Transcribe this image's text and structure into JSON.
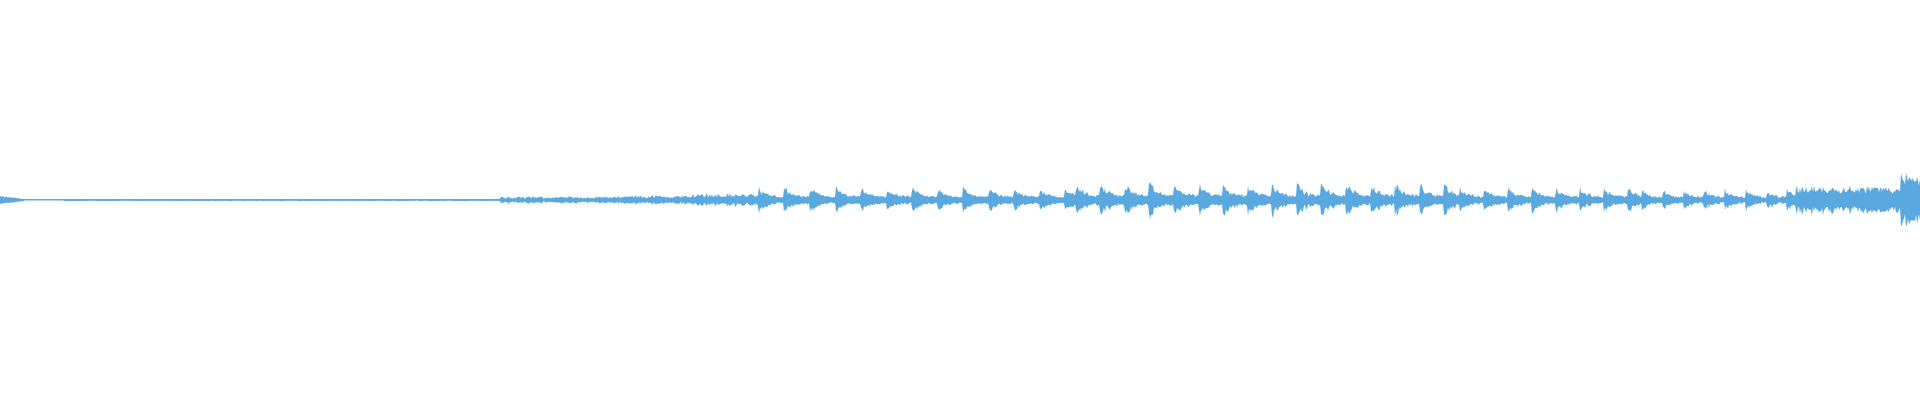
{
  "waveform": {
    "color": "#5aa8e0",
    "background": "#ffffff",
    "segments": [
      {
        "start": 0.0,
        "end": 0.012,
        "level": 0.12,
        "mode": "burst"
      },
      {
        "start": 0.012,
        "end": 0.033,
        "level": 0.01,
        "mode": "flat"
      },
      {
        "start": 0.033,
        "end": 0.26,
        "level": 0.03,
        "mode": "flat"
      },
      {
        "start": 0.26,
        "end": 0.325,
        "level": 0.1,
        "mode": "noisy"
      },
      {
        "start": 0.325,
        "end": 0.36,
        "level": 0.13,
        "mode": "noisy"
      },
      {
        "start": 0.36,
        "end": 0.395,
        "level": 0.18,
        "mode": "noisy"
      },
      {
        "start": 0.395,
        "end": 0.56,
        "level": 0.4,
        "mode": "pulses",
        "period": 0.0133
      },
      {
        "start": 0.56,
        "end": 0.76,
        "level": 0.55,
        "mode": "pulses",
        "period": 0.0128
      },
      {
        "start": 0.76,
        "end": 0.855,
        "level": 0.42,
        "mode": "pulses",
        "period": 0.0125
      },
      {
        "start": 0.855,
        "end": 0.935,
        "level": 0.36,
        "mode": "pulses",
        "period": 0.0108
      },
      {
        "start": 0.935,
        "end": 0.99,
        "level": 0.4,
        "mode": "dense"
      },
      {
        "start": 0.99,
        "end": 1.0,
        "level": 0.72,
        "mode": "burst"
      }
    ]
  }
}
